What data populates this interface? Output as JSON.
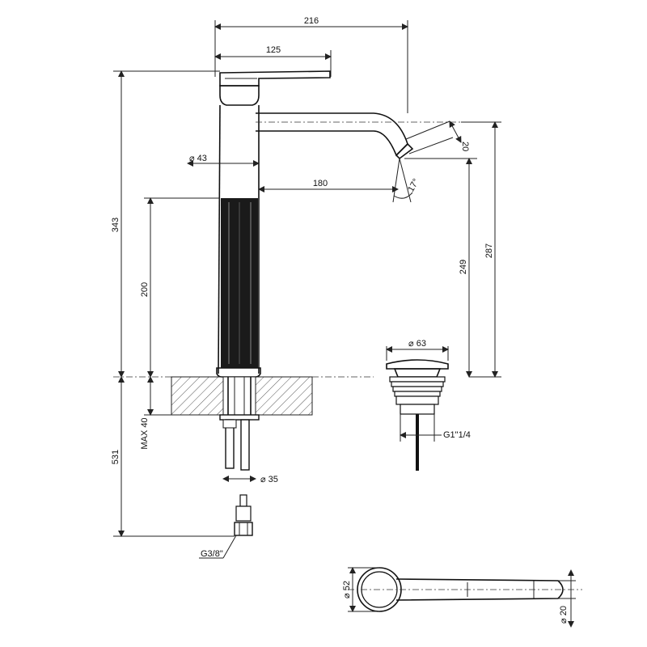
{
  "drawing": {
    "dims": {
      "overall_width": "216",
      "lever_width": "125",
      "body_dia": "⌀ 43",
      "spout_reach": "180",
      "angle": "17°",
      "spout_dia": "20",
      "total_height": "343",
      "spout_height": "287",
      "outlet_height": "249",
      "body_height": "200",
      "below_deck": "531",
      "max_deck": "MAX 40",
      "shank_dia": "⌀ 35",
      "inlet_thread": "G3/8\"",
      "waste_dia": "⌀ 63",
      "waste_thread": "G1\"1/4",
      "top_view_dia": "⌀ 52",
      "top_view_lever": "⌀ 20"
    }
  }
}
